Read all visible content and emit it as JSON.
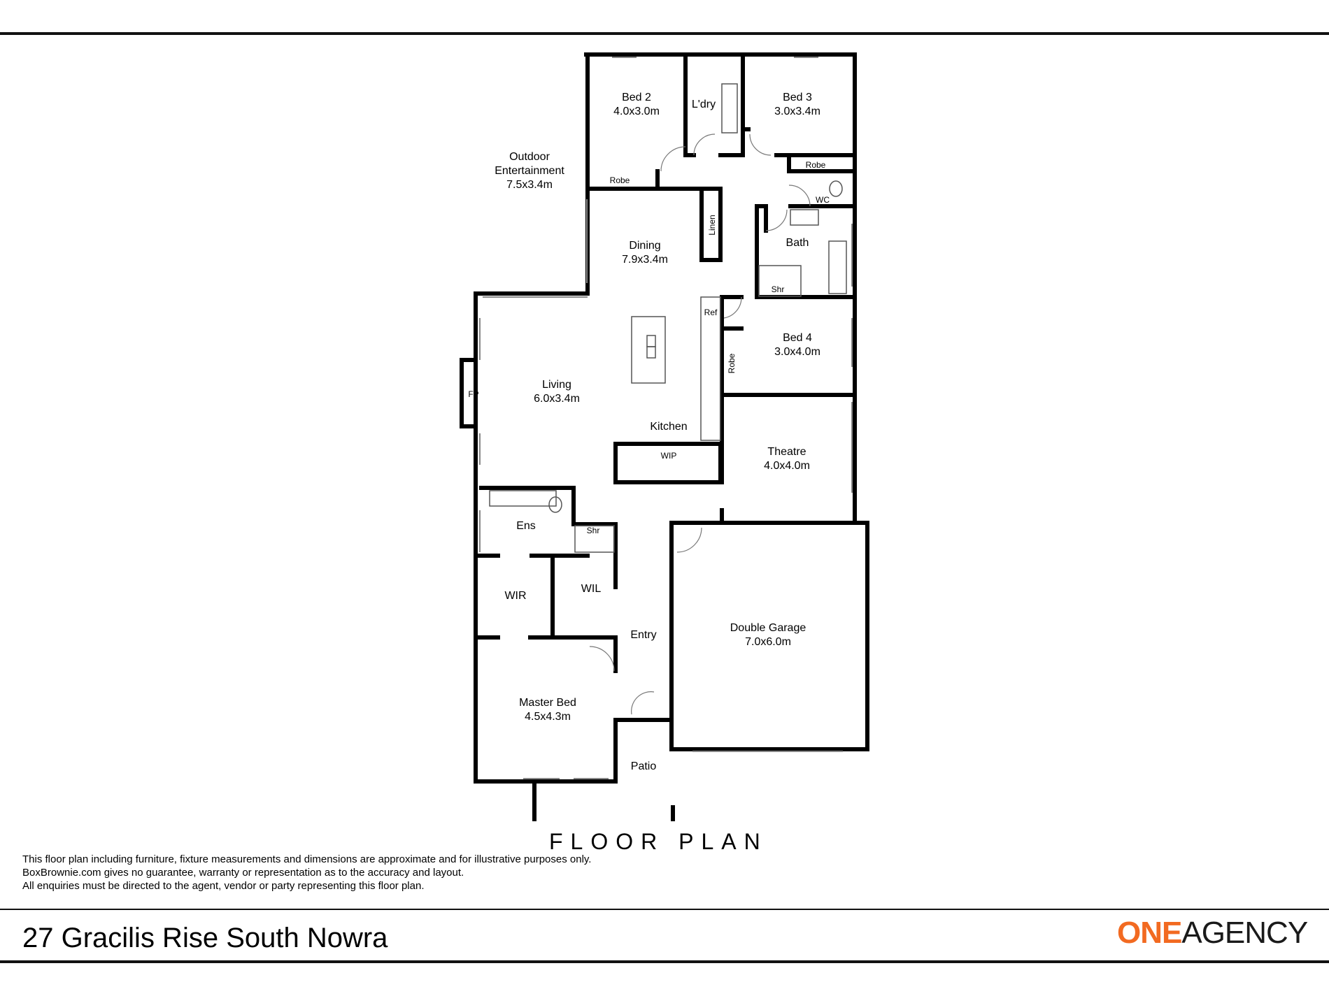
{
  "rooms": {
    "bed2": {
      "name": "Bed 2",
      "size": "4.0x3.0m"
    },
    "laundry": {
      "name": "L'dry"
    },
    "bed3": {
      "name": "Bed 3",
      "size": "3.0x3.4m"
    },
    "robe_bed2": {
      "name": "Robe"
    },
    "robe_bed3": {
      "name": "Robe"
    },
    "outdoor": {
      "name_line1": "Outdoor",
      "name_line2": "Entertainment",
      "size": "7.5x3.4m"
    },
    "wc": {
      "name": "WC"
    },
    "linen": {
      "name": "Linen"
    },
    "dining": {
      "name": "Dining",
      "size": "7.9x3.4m"
    },
    "bath": {
      "name": "Bath"
    },
    "bath_shower": {
      "name": "Shr"
    },
    "fireplace": {
      "name": "FP"
    },
    "ref": {
      "name": "Ref"
    },
    "bed4": {
      "name": "Bed 4",
      "size": "3.0x4.0m"
    },
    "robe_bed4": {
      "name": "Robe"
    },
    "living": {
      "name": "Living",
      "size": "6.0x3.4m"
    },
    "kitchen": {
      "name": "Kitchen"
    },
    "wip": {
      "name": "WIP"
    },
    "theatre": {
      "name": "Theatre",
      "size": "4.0x4.0m"
    },
    "ensuite": {
      "name": "Ens"
    },
    "ensuite_shower": {
      "name": "Shr"
    },
    "wir": {
      "name": "WIR"
    },
    "wil": {
      "name": "WIL"
    },
    "entry": {
      "name": "Entry"
    },
    "garage": {
      "name": "Double Garage",
      "size": "7.0x6.0m"
    },
    "master": {
      "name": "Master Bed",
      "size": "4.5x4.3m"
    },
    "patio": {
      "name": "Patio"
    }
  },
  "plan_title": "FLOOR PLAN",
  "disclaimer": [
    "This floor plan including furniture, fixture measurements and dimensions are approximate and for illustrative purposes only.",
    "BoxBrownie.com gives no guarantee, warranty or representation as to the accuracy and layout.",
    "All enquiries must be directed to the agent, vendor or party representing this floor plan."
  ],
  "address": "27 Gracilis Rise South Nowra",
  "brand": {
    "part1": "ONE",
    "part2": "AGENCY",
    "color_part1": "#f26a21",
    "color_part2": "#1a1a1a"
  }
}
